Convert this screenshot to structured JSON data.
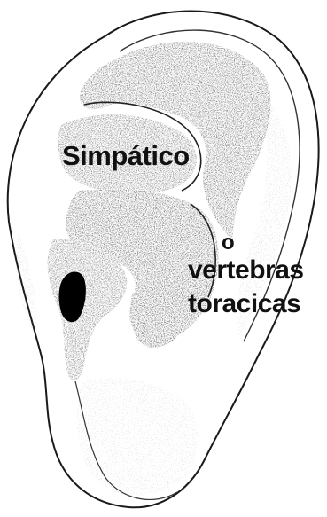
{
  "diagram": {
    "labels": {
      "simpatico": "Simpático",
      "o": "o",
      "vertebras": "vertebras",
      "toracicas": "toracicas"
    },
    "icons": {
      "ear": "auricle-illustration",
      "point": "acupoint-dot"
    },
    "colors": {
      "ink": "#111111",
      "shade": "#6a6a6a",
      "background": "#ffffff"
    }
  }
}
